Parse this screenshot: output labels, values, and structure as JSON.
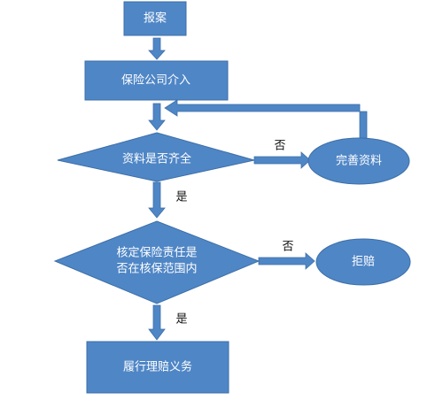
{
  "diagram": {
    "nodes": {
      "report": "报案",
      "insurer_steps_in": "保险公司介入",
      "docs_complete_q": "资料是否齐全",
      "complete_docs": "完善资料",
      "coverage_q_line1": "核定保险责任是",
      "coverage_q_line2": "否在核保范围内",
      "reject_claim": "拒赔",
      "fulfill_claim": "履行理赔义务"
    },
    "edge_labels": {
      "docs_no": "否",
      "docs_yes": "是",
      "coverage_no": "否",
      "coverage_yes": "是"
    },
    "colors": {
      "shape_fill": "#4f86c6",
      "shape_stroke": "#3d6fa8",
      "node_text": "#ffffff",
      "edge_label_text": "#111111"
    }
  }
}
